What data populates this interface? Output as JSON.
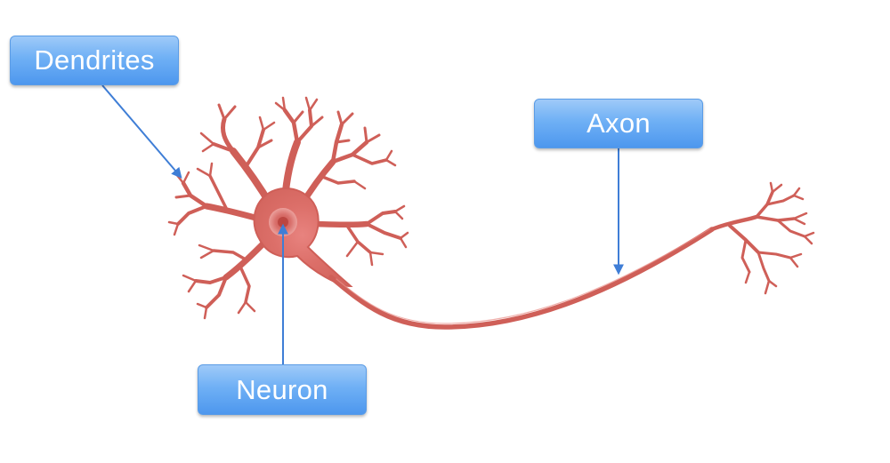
{
  "labels": {
    "dendrites": "Dendrites",
    "axon": "Axon",
    "neuron": "Neuron"
  },
  "colors": {
    "neuron_body": "#d4675f",
    "neuron_dark": "#b84a43",
    "nucleus": "#e07a78",
    "label_fill": "#6fb0f5",
    "pointer_line": "#3f7ed6",
    "background": "#ffffff"
  }
}
